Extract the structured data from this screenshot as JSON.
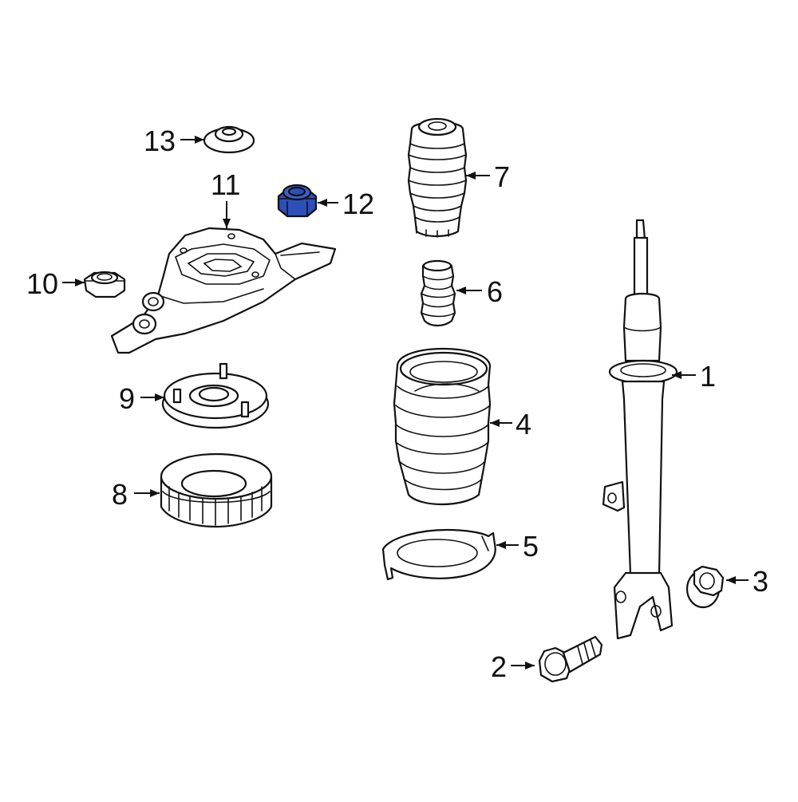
{
  "colors": {
    "line": "#111111",
    "background": "#ffffff",
    "highlight": "#2d4fb8"
  },
  "callouts": [
    {
      "id": "1",
      "label": "1"
    },
    {
      "id": "2",
      "label": "2"
    },
    {
      "id": "3",
      "label": "3"
    },
    {
      "id": "4",
      "label": "4"
    },
    {
      "id": "5",
      "label": "5"
    },
    {
      "id": "6",
      "label": "6"
    },
    {
      "id": "7",
      "label": "7"
    },
    {
      "id": "8",
      "label": "8"
    },
    {
      "id": "9",
      "label": "9"
    },
    {
      "id": "10",
      "label": "10"
    },
    {
      "id": "11",
      "label": "11"
    },
    {
      "id": "12",
      "label": "12",
      "highlighted": true
    },
    {
      "id": "13",
      "label": "13"
    }
  ]
}
